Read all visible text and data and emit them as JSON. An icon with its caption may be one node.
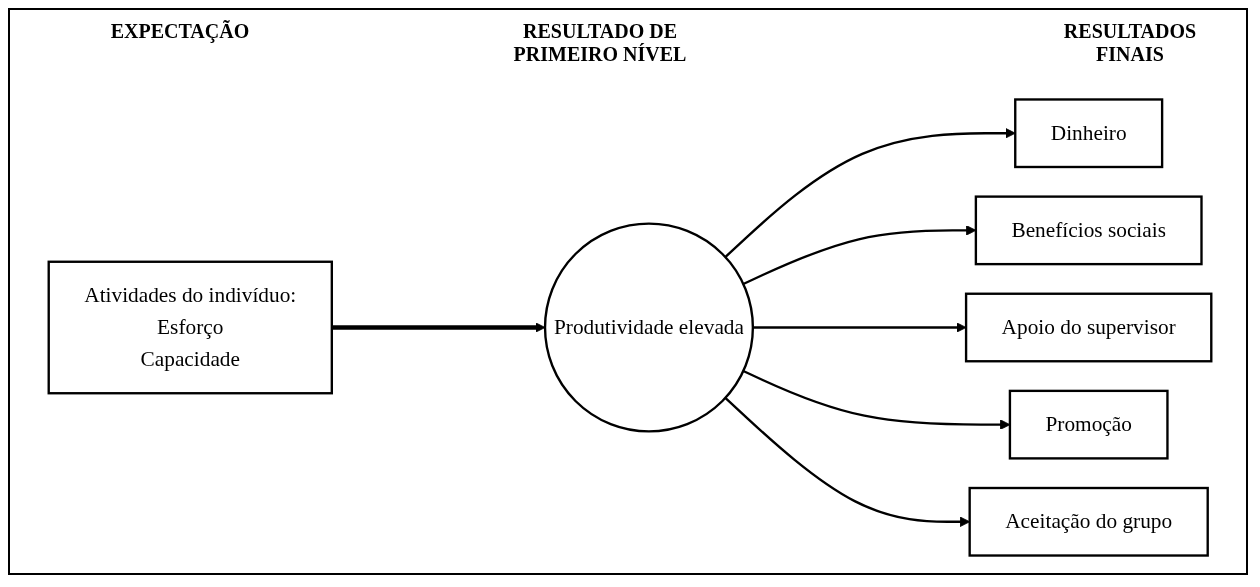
{
  "diagram": {
    "nodes": [
      {
        "text": [
          "Atividades do indivíduo:",
          "Esforço",
          "Capacidade"
        ]
      },
      {
        "text": [
          "Produtividade elevada"
        ]
      },
      {
        "text": [
          "Dinheiro"
        ]
      },
      {
        "text": [
          "Benefícios sociais"
        ]
      },
      {
        "text": [
          "Apoio do supervisor"
        ]
      },
      {
        "text": [
          "Promoção"
        ]
      },
      {
        "text": [
          "Aceitação do grupo"
        ]
      }
    ],
    "edges": [
      {
        "from": 0,
        "to": 1,
        "arrow": "to",
        "style": "thick"
      },
      {
        "from": 1,
        "to": 2,
        "arrow": "to"
      },
      {
        "from": 1,
        "to": 3,
        "arrow": "to"
      },
      {
        "from": 1,
        "to": 4,
        "arrow": "to"
      },
      {
        "from": 1,
        "to": 5,
        "arrow": "to"
      },
      {
        "from": 1,
        "to": 6,
        "arrow": "to"
      }
    ],
    "labels": [
      "EXPECTAÇÃO",
      "RESULTADO DE PRIMEIRO NÍVEL",
      "RESULTADOS FINAIS"
    ]
  }
}
